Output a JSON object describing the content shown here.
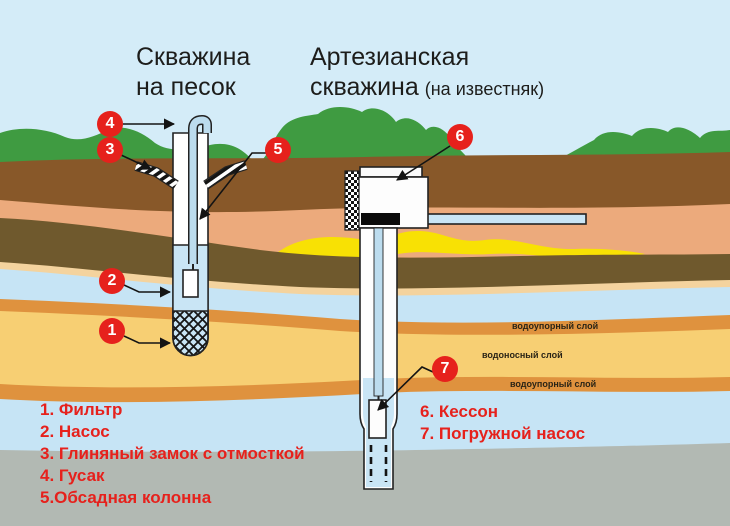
{
  "titles": {
    "left_line1": "Скважина",
    "left_line2": "на песок",
    "right_line1": "Артезианская",
    "right_line2": "скважина",
    "right_note": "(на известняк)"
  },
  "legend_left": {
    "items": [
      "1. Фильтр",
      "2. Насос",
      "3. Глиняный замок с отмосткой",
      "4. Гусак",
      "5.Обсадная колонна"
    ]
  },
  "legend_right": {
    "items": [
      "6. Кессон",
      "7. Погружной насос"
    ]
  },
  "badges": {
    "b1": "1",
    "b2": "2",
    "b3": "3",
    "b4": "4",
    "b5": "5",
    "b6": "6",
    "b7": "7"
  },
  "layer_labels": {
    "upper_aquitard": "водоупорный слой",
    "aquifer": "водоносный слой",
    "lower_aquitard": "водоупорный слой"
  },
  "colors": {
    "sky": "#d4ecf8",
    "green": "#3f9b41",
    "topsoil": "#885829",
    "loam": "#ecaa7c",
    "yellow_vein": "#f8e104",
    "olive": "#6f592d",
    "cream": "#f4d39e",
    "aquifer_blue": "#c6e4f5",
    "orange_band": "#df923e",
    "sand": "#f7cf73",
    "bedrock_gray": "#b2b9b3",
    "well_water": "#c9e5f5",
    "pipe_blue": "#bcdcee",
    "badge_red": "#e6211c",
    "legend_red": "#e6211c",
    "title_dark": "#1d1d1b",
    "outline": "#222222"
  }
}
